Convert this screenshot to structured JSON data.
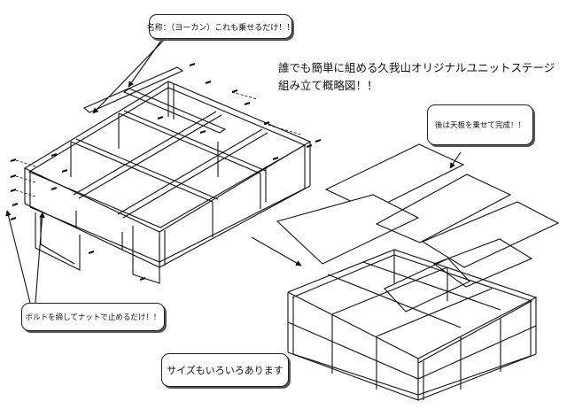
{
  "diagram": {
    "title_line1": "誰でも簡単に組める久我山オリジナルユニットステージ",
    "title_line2": "組み立て概略図！！",
    "callout_name": "名称：（ヨーカン）これも乗せるだけ！！",
    "callout_bolt": "ボルトを締してナットで止めるだけ！！",
    "callout_top": "後は天板を乗せて完成！！",
    "callout_sizes": "サイズもいろいろあります"
  }
}
